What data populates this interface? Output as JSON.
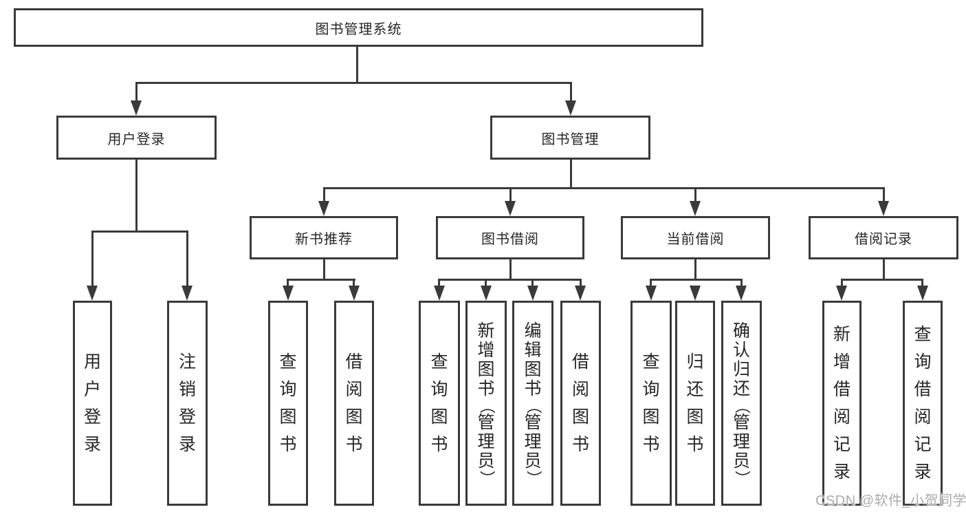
{
  "diagram": {
    "root": {
      "label": "图书管理系统"
    },
    "branches": [
      {
        "label": "用户登录",
        "children": [
          {
            "label": "用户登录"
          },
          {
            "label": "注销登录"
          }
        ]
      },
      {
        "label": "图书管理",
        "children": [
          {
            "label": "新书推荐",
            "children": [
              {
                "label": "查询图书"
              },
              {
                "label": "借阅图书"
              }
            ]
          },
          {
            "label": "图书借阅",
            "children": [
              {
                "label": "查询图书"
              },
              {
                "label": "新增图书（管理员）"
              },
              {
                "label": "编辑图书（管理员）"
              },
              {
                "label": "借阅图书"
              }
            ]
          },
          {
            "label": "当前借阅",
            "children": [
              {
                "label": "查询图书"
              },
              {
                "label": "归还图书"
              },
              {
                "label": "确认归还（管理员）"
              }
            ]
          },
          {
            "label": "借阅记录",
            "children": [
              {
                "label": "新增借阅记录"
              },
              {
                "label": "查询借阅记录"
              }
            ]
          }
        ]
      }
    ]
  },
  "watermark": {
    "text": "CSDN @软件_小贺同学"
  },
  "colors": {
    "line": "#3a3a3a",
    "box_border": "#3a3a3a",
    "box_fill": "#ffffff",
    "text": "#262626",
    "watermark": "#ababab",
    "background": "#ffffff"
  }
}
